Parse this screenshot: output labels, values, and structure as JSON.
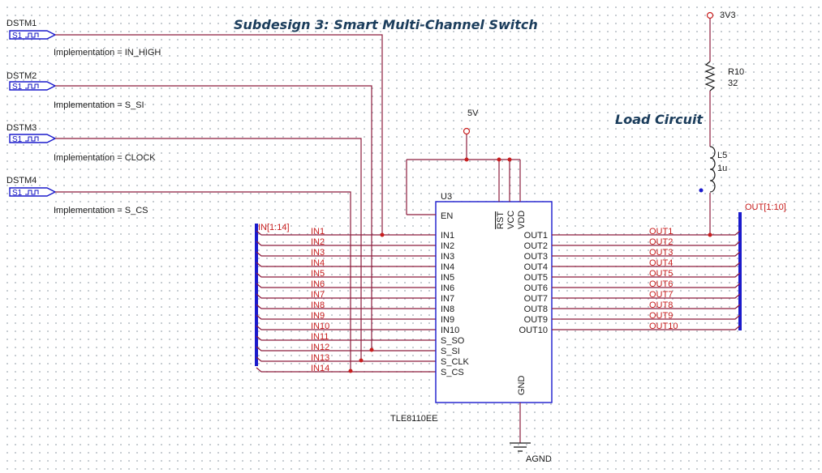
{
  "title": "Subdesign 3: Smart Multi-Channel Switch",
  "load_title": "Load Circuit",
  "colors": {
    "wire": "#8c1c3c",
    "bus": "#1a1acc",
    "part": "#1a1acc",
    "net_label": "#c81e1e",
    "title": "#1b3d5c"
  },
  "stimuli": [
    {
      "name": "DSTM1",
      "symbol": "S1",
      "implementation": "Implementation = IN_HIGH"
    },
    {
      "name": "DSTM2",
      "symbol": "S1",
      "implementation": "Implementation = S_SI"
    },
    {
      "name": "DSTM3",
      "symbol": "S1",
      "implementation": "Implementation = CLOCK"
    },
    {
      "name": "DSTM4",
      "symbol": "S1",
      "implementation": "Implementation = S_CS"
    }
  ],
  "power": {
    "vcc_5v": "5V",
    "vcc_3v3": "3V3",
    "ground": "AGND"
  },
  "resistor": {
    "ref": "R10",
    "value": "32"
  },
  "inductor": {
    "ref": "L5",
    "value": "1u"
  },
  "chip": {
    "ref": "U3",
    "part": "TLE8110EE",
    "en": "EN",
    "top_pins": [
      "RST",
      "VCC",
      "VDD"
    ],
    "gnd": "GND",
    "left_pins": [
      "IN1",
      "IN2",
      "IN3",
      "IN4",
      "IN5",
      "IN6",
      "IN7",
      "IN8",
      "IN9",
      "IN10",
      "S_SO",
      "S_SI",
      "S_CLK",
      "S_CS"
    ],
    "right_pins": [
      "OUT1",
      "OUT2",
      "OUT3",
      "OUT4",
      "OUT5",
      "OUT6",
      "OUT7",
      "OUT8",
      "OUT9",
      "OUT10"
    ]
  },
  "bus_in": {
    "name": "IN[1:14]",
    "nets": [
      "IN1",
      "IN2",
      "IN3",
      "IN4",
      "IN5",
      "IN6",
      "IN7",
      "IN8",
      "IN9",
      "IN10",
      "IN11",
      "IN12",
      "IN13",
      "IN14"
    ]
  },
  "bus_out": {
    "name": "OUT[1:10]",
    "nets": [
      "OUT1",
      "OUT2",
      "OUT3",
      "OUT4",
      "OUT5",
      "OUT6",
      "OUT7",
      "OUT8",
      "OUT9",
      "OUT10"
    ]
  }
}
